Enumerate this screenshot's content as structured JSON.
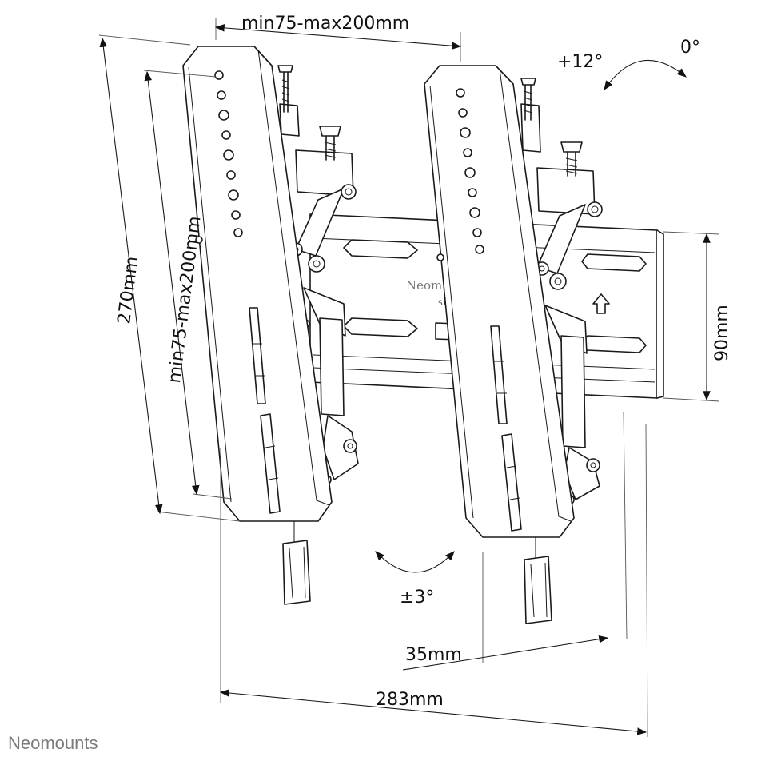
{
  "labels": {
    "top_width": "min75-max200mm",
    "tilt_up": "+12°",
    "tilt_zero": "0°",
    "height_total": "270mm",
    "height_vesa": "min75-max200mm",
    "rail_height": "90mm",
    "roll": "±3°",
    "depth": "35mm",
    "width_total": "283mm",
    "plate_brand": "Neom",
    "plate_sub": "SELE"
  },
  "brand": {
    "name": "Neomounts"
  }
}
